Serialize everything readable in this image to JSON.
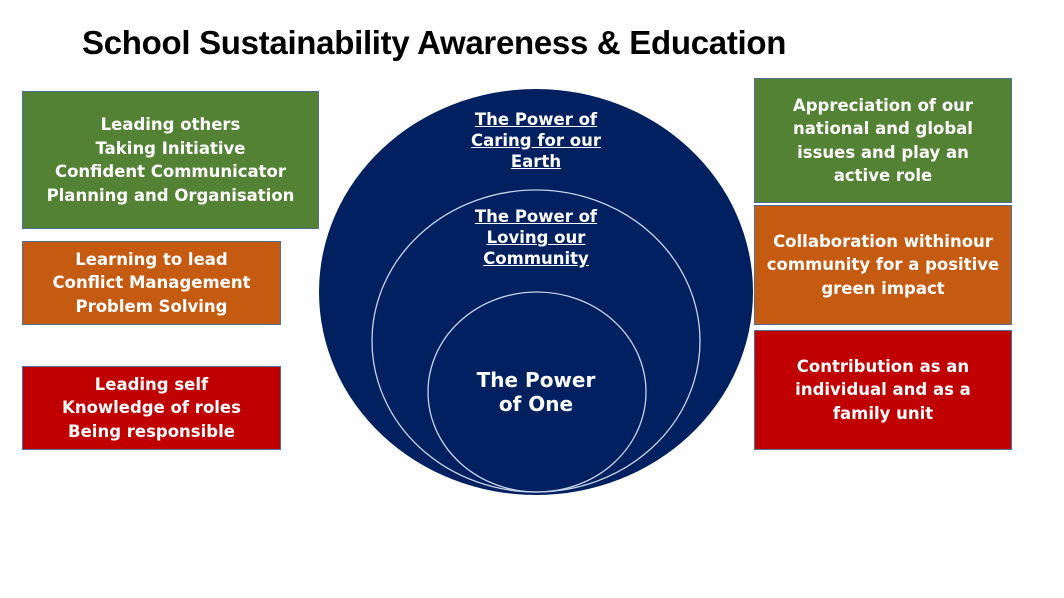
{
  "title": "School Sustainability  Awareness & Education",
  "colors": {
    "green": "#548235",
    "orange": "#c55a11",
    "red": "#c00000",
    "navy": "#002060",
    "ring_line": "#c9d3ea"
  },
  "left_boxes": [
    {
      "level": "green",
      "lines": [
        "Leading others",
        "Taking Initiative",
        "Confident Communicator",
        "Planning and Organisation"
      ]
    },
    {
      "level": "orange",
      "lines": [
        "Learning to lead",
        "Conflict Management",
        "Problem Solving"
      ]
    },
    {
      "level": "red",
      "lines": [
        "Leading self",
        "Knowledge of roles",
        "Being responsible"
      ]
    }
  ],
  "right_boxes": [
    {
      "level": "green",
      "lines": [
        "Appreciation of our",
        "national and global",
        "issues and play an",
        "active role"
      ]
    },
    {
      "level": "orange",
      "lines": [
        "Collaboration withinour",
        "community for a positive",
        "green impact"
      ]
    },
    {
      "level": "red",
      "lines": [
        "Contribution as an",
        "individual and as a",
        "family unit"
      ]
    }
  ],
  "circles": {
    "outer": {
      "lines": [
        "The Power of",
        "Caring for our",
        "Earth"
      ]
    },
    "middle": {
      "lines": [
        "The Power of",
        "Loving our",
        "Community"
      ]
    },
    "inner": {
      "lines": [
        "The Power",
        "of One"
      ]
    }
  }
}
